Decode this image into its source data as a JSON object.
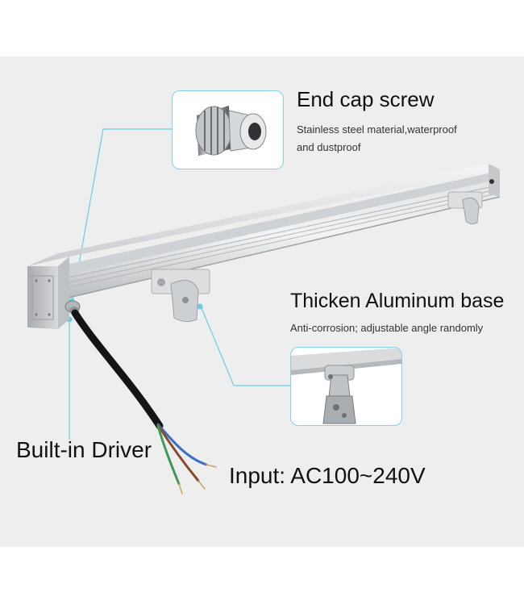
{
  "callouts": {
    "end_cap": {
      "title": "End cap screw",
      "description_line1": "Stainless steel material,waterproof",
      "description_line2": "and dustproof"
    },
    "aluminum_base": {
      "title": "Thicken Aluminum base",
      "description": "Anti-corrosion; adjustable angle randomly"
    },
    "driver": {
      "title": "Built-in Driver"
    },
    "input": {
      "title": "Input: AC100~240V"
    }
  },
  "colors": {
    "background": "#eeeeee",
    "callout_line": "#6fcbe3",
    "aluminum": "#d4d6d8",
    "cable": "#151515",
    "wire_blue": "#3a6fc9",
    "wire_brown": "#8a4a2a",
    "wire_green": "#3f9a5a"
  },
  "icons": [
    "cable-gland-icon",
    "mounting-bracket-icon"
  ]
}
